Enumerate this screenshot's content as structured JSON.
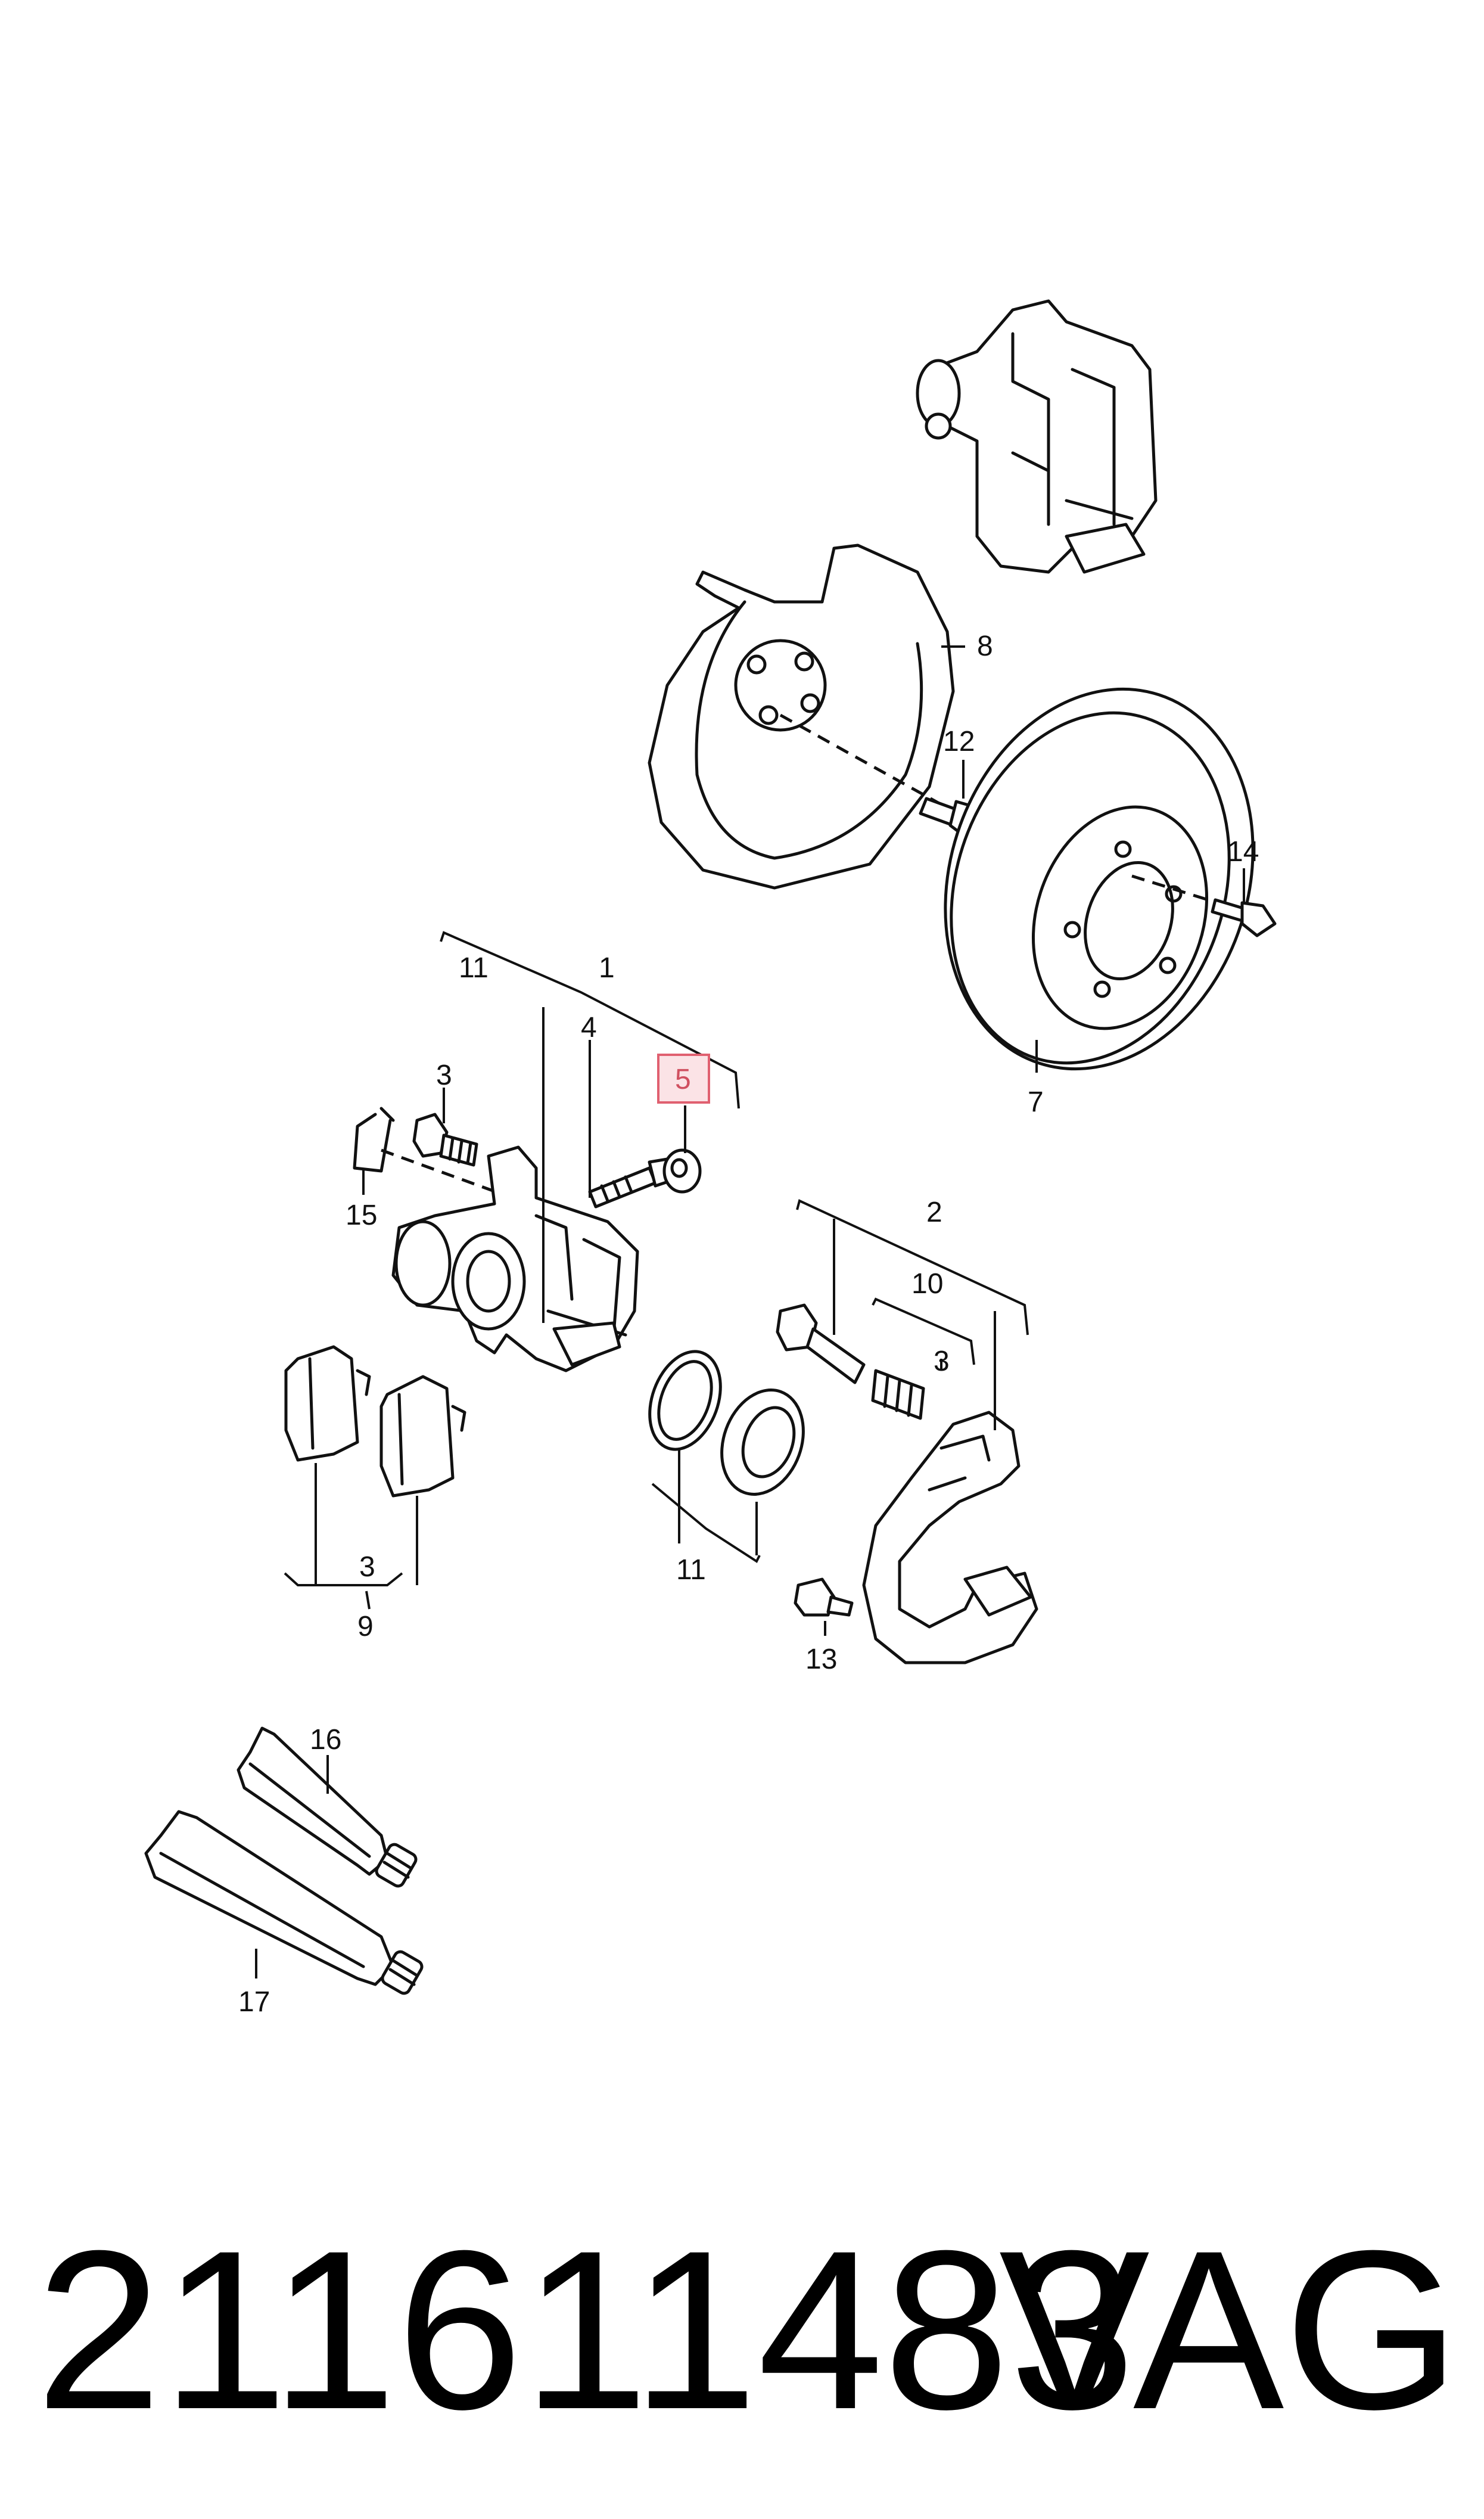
{
  "colors": {
    "line": "#111111",
    "highlight_box": "#e06070",
    "highlight_fill": "#fbe3e6",
    "highlight_text": "#d05060"
  },
  "callouts": {
    "c1": "1",
    "c2": "2",
    "c3a": "3",
    "c3b": "3",
    "c3c": "3",
    "c4": "4",
    "c5": "5",
    "c7": "7",
    "c8": "8",
    "c9": "9",
    "c10": "10",
    "c11a": "11",
    "c11b": "11",
    "c12": "12",
    "c13": "13",
    "c14": "14",
    "c15": "15",
    "c16": "16",
    "c17": "17"
  },
  "highlighted_callout": "5",
  "footer": {
    "part_number": "211611483",
    "brand": "VAG"
  }
}
